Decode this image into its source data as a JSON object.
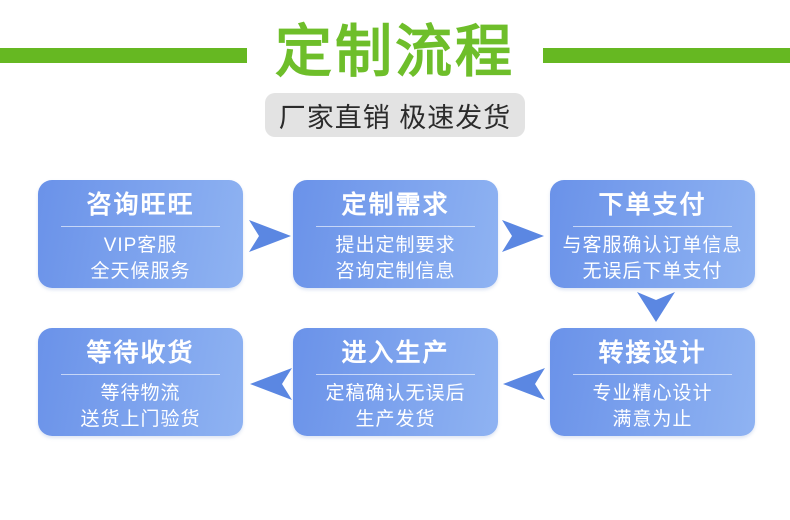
{
  "header": {
    "title": "定制流程",
    "title_color": "#6ebe2a",
    "bar_color": "#66b822",
    "subtitle": "厂家直销 极速发货",
    "subtitle_bg": "#e3e3e3"
  },
  "flow": {
    "box_gradient": [
      "#6a92e9",
      "#8fb3f2"
    ],
    "arrow_color": "#5b87e2",
    "steps": [
      {
        "title": "咨询旺旺",
        "lines": [
          "VIP客服",
          "全天候服务"
        ]
      },
      {
        "title": "定制需求",
        "lines": [
          "提出定制要求",
          "咨询定制信息"
        ]
      },
      {
        "title": "下单支付",
        "lines": [
          "与客服确认订单信息",
          "无误后下单支付"
        ]
      },
      {
        "title": "等待收货",
        "lines": [
          "等待物流",
          "送货上门验货"
        ]
      },
      {
        "title": "进入生产",
        "lines": [
          "定稿确认无误后",
          "生产发货"
        ]
      },
      {
        "title": "转接设计",
        "lines": [
          "专业精心设计",
          "满意为止"
        ]
      }
    ],
    "arrows": [
      {
        "name": "arrow-right-icon",
        "direction": "right"
      },
      {
        "name": "arrow-right-icon",
        "direction": "right"
      },
      {
        "name": "arrow-down-icon",
        "direction": "down"
      },
      {
        "name": "arrow-left-icon",
        "direction": "left"
      },
      {
        "name": "arrow-left-icon",
        "direction": "left"
      }
    ]
  }
}
